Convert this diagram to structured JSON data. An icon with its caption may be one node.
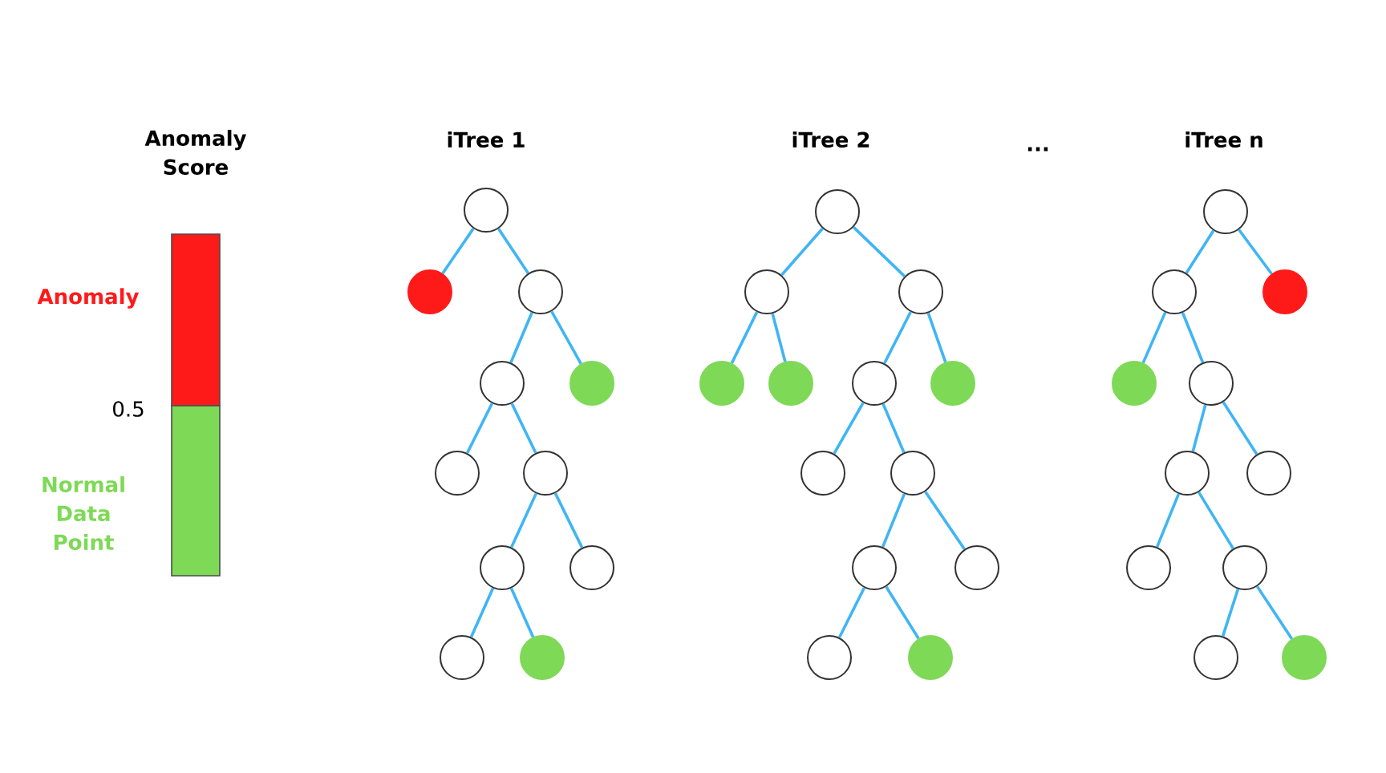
{
  "diagram": {
    "nodes": [
      {
        "text": [],
        "shape": "circle"
      },
      {
        "text": [],
        "shape": "circle"
      },
      {
        "text": [],
        "shape": "circle"
      },
      {
        "text": [],
        "shape": "circle"
      },
      {
        "text": [],
        "shape": "circle"
      },
      {
        "text": [],
        "shape": "circle"
      },
      {
        "text": [],
        "shape": "circle"
      },
      {
        "text": [],
        "shape": "circle"
      },
      {
        "text": [],
        "shape": "circle"
      },
      {
        "text": [],
        "shape": "circle"
      },
      {
        "text": [],
        "shape": "circle"
      },
      {
        "text": [],
        "shape": "circle"
      },
      {
        "text": [],
        "shape": "circle"
      },
      {
        "text": [],
        "shape": "circle"
      },
      {
        "text": [],
        "shape": "circle"
      },
      {
        "text": [],
        "shape": "circle"
      },
      {
        "text": [],
        "shape": "circle"
      },
      {
        "text": [],
        "shape": "circle"
      },
      {
        "text": [],
        "shape": "circle"
      },
      {
        "text": [],
        "shape": "circle"
      },
      {
        "text": [],
        "shape": "circle"
      },
      {
        "text": [],
        "shape": "circle"
      },
      {
        "text": [],
        "shape": "circle"
      },
      {
        "text": [],
        "shape": "circle"
      },
      {
        "text": [],
        "shape": "circle"
      },
      {
        "text": [],
        "shape": "circle"
      },
      {
        "text": [],
        "shape": "circle"
      },
      {
        "text": [],
        "shape": "circle"
      },
      {
        "text": [],
        "shape": "circle"
      },
      {
        "text": [],
        "shape": "circle"
      },
      {
        "text": [],
        "shape": "circle"
      },
      {
        "text": [],
        "shape": "circle"
      },
      {
        "text": [],
        "shape": "circle"
      },
      {
        "text": [],
        "shape": "circle"
      },
      {
        "text": [],
        "shape": "circle"
      }
    ],
    "edges": [
      {
        "from": 0,
        "to": 1,
        "arrow": "none"
      },
      {
        "from": 0,
        "to": 2,
        "arrow": "none"
      },
      {
        "from": 2,
        "to": 3,
        "arrow": "none"
      },
      {
        "from": 2,
        "to": 4,
        "arrow": "none"
      },
      {
        "from": 3,
        "to": 5,
        "arrow": "none"
      },
      {
        "from": 3,
        "to": 6,
        "arrow": "none"
      },
      {
        "from": 6,
        "to": 7,
        "arrow": "none"
      },
      {
        "from": 6,
        "to": 8,
        "arrow": "none"
      },
      {
        "from": 7,
        "to": 9,
        "arrow": "none"
      },
      {
        "from": 7,
        "to": 10,
        "arrow": "none"
      },
      {
        "from": 11,
        "to": 12,
        "arrow": "none"
      },
      {
        "from": 11,
        "to": 13,
        "arrow": "none"
      },
      {
        "from": 12,
        "to": 14,
        "arrow": "none"
      },
      {
        "from": 12,
        "to": 15,
        "arrow": "none"
      },
      {
        "from": 13,
        "to": 16,
        "arrow": "none"
      },
      {
        "from": 13,
        "to": 17,
        "arrow": "none"
      },
      {
        "from": 16,
        "to": 18,
        "arrow": "none"
      },
      {
        "from": 16,
        "to": 19,
        "arrow": "none"
      },
      {
        "from": 19,
        "to": 20,
        "arrow": "none"
      },
      {
        "from": 19,
        "to": 21,
        "arrow": "none"
      },
      {
        "from": 20,
        "to": 22,
        "arrow": "none"
      },
      {
        "from": 20,
        "to": 23,
        "arrow": "none"
      },
      {
        "from": 24,
        "to": 25,
        "arrow": "none"
      },
      {
        "from": 24,
        "to": 26,
        "arrow": "none"
      },
      {
        "from": 25,
        "to": 27,
        "arrow": "none"
      },
      {
        "from": 25,
        "to": 28,
        "arrow": "none"
      },
      {
        "from": 28,
        "to": 29,
        "arrow": "none"
      },
      {
        "from": 28,
        "to": 30,
        "arrow": "none"
      },
      {
        "from": 29,
        "to": 31,
        "arrow": "none"
      },
      {
        "from": 29,
        "to": 32,
        "arrow": "none"
      },
      {
        "from": 32,
        "to": 33,
        "arrow": "none"
      },
      {
        "from": 32,
        "to": 34,
        "arrow": "none"
      }
    ],
    "labels": [
      "Anomaly Score",
      "iTree 1",
      "iTree 2",
      "...",
      "iTree n",
      "0.5"
    ],
    "legend": [
      {
        "text": "Anomaly",
        "color": "#ff1a1a"
      },
      {
        "text": "Normal Data Point",
        "color": "#7ed957"
      }
    ]
  }
}
